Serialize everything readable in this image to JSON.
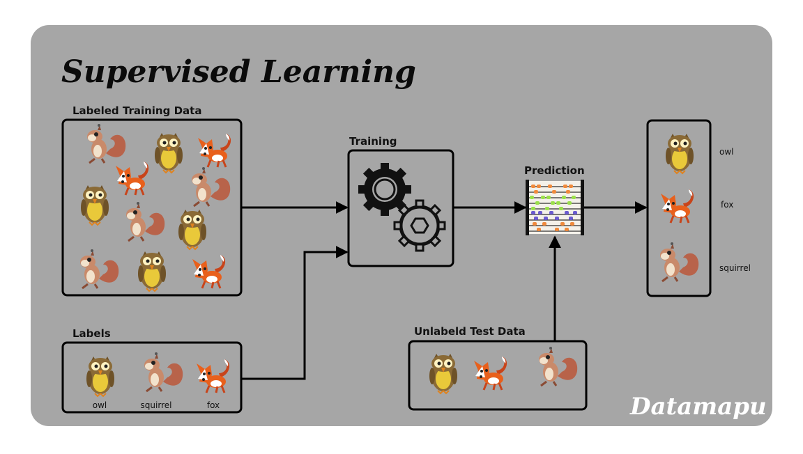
{
  "title": "Supervised Learning",
  "headings": {
    "training_data": "Labeled Training Data",
    "training": "Training",
    "prediction": "Prediction",
    "labels": "Labels",
    "test_data": "Unlabeld Test Data"
  },
  "label_names": [
    "owl",
    "squirrel",
    "fox"
  ],
  "output_labels": [
    "owl",
    "fox",
    "squirrel"
  ],
  "watermark": "Datamapu",
  "colors": {
    "panel": "#a6a6a6",
    "line": "#000000",
    "owl_body": "#8a6a36",
    "owl_belly": "#e9c93a",
    "fox": "#e8601c",
    "squirrel_tail": "#b8634a",
    "squirrel_body": "#f2e2cc",
    "abacus_orange": "#f08a3c",
    "abacus_green": "#9be04a",
    "abacus_purple": "#6a5ad0"
  }
}
